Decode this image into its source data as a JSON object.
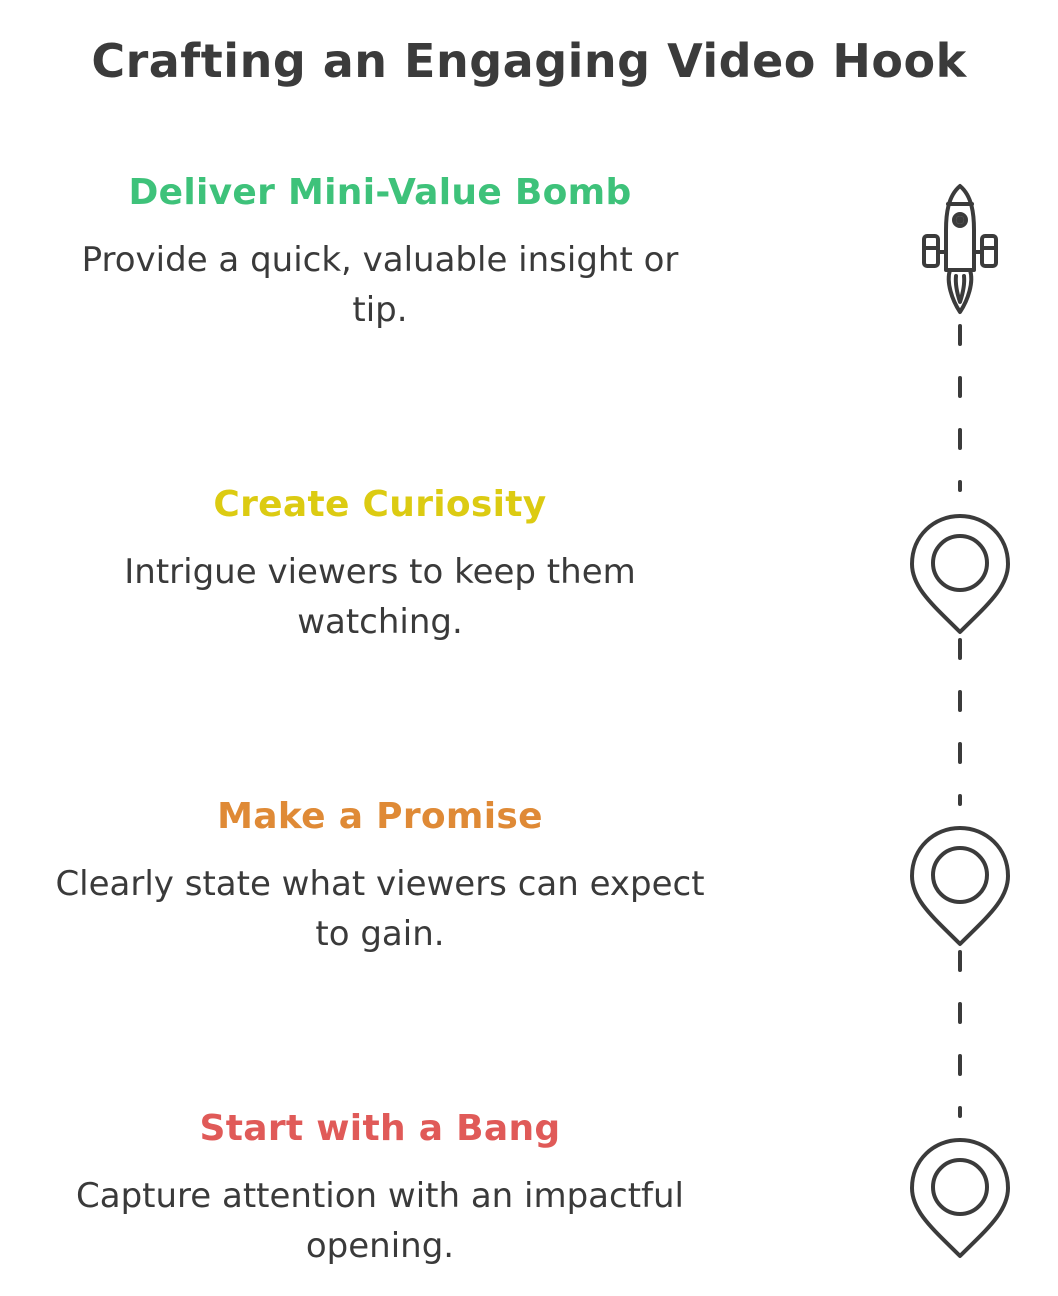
{
  "title": "Crafting an Engaging Video Hook",
  "colors": {
    "step1": "#3ec27a",
    "step2": "#dccb12",
    "step3": "#df8a36",
    "step4": "#e05a58",
    "line": "#3b3b3b"
  },
  "steps": [
    {
      "title": "Deliver Mini-Value Bomb",
      "description": "Provide a quick, valuable insight or tip.",
      "icon": "rocket-icon"
    },
    {
      "title": "Create Curiosity",
      "description": "Intrigue viewers to keep them watching.",
      "icon": "map-pin-icon"
    },
    {
      "title": "Make a Promise",
      "description": "Clearly state what viewers can expect to gain.",
      "icon": "map-pin-icon"
    },
    {
      "title": "Start with a Bang",
      "description": "Capture attention with an impactful opening.",
      "icon": "map-pin-icon"
    }
  ]
}
